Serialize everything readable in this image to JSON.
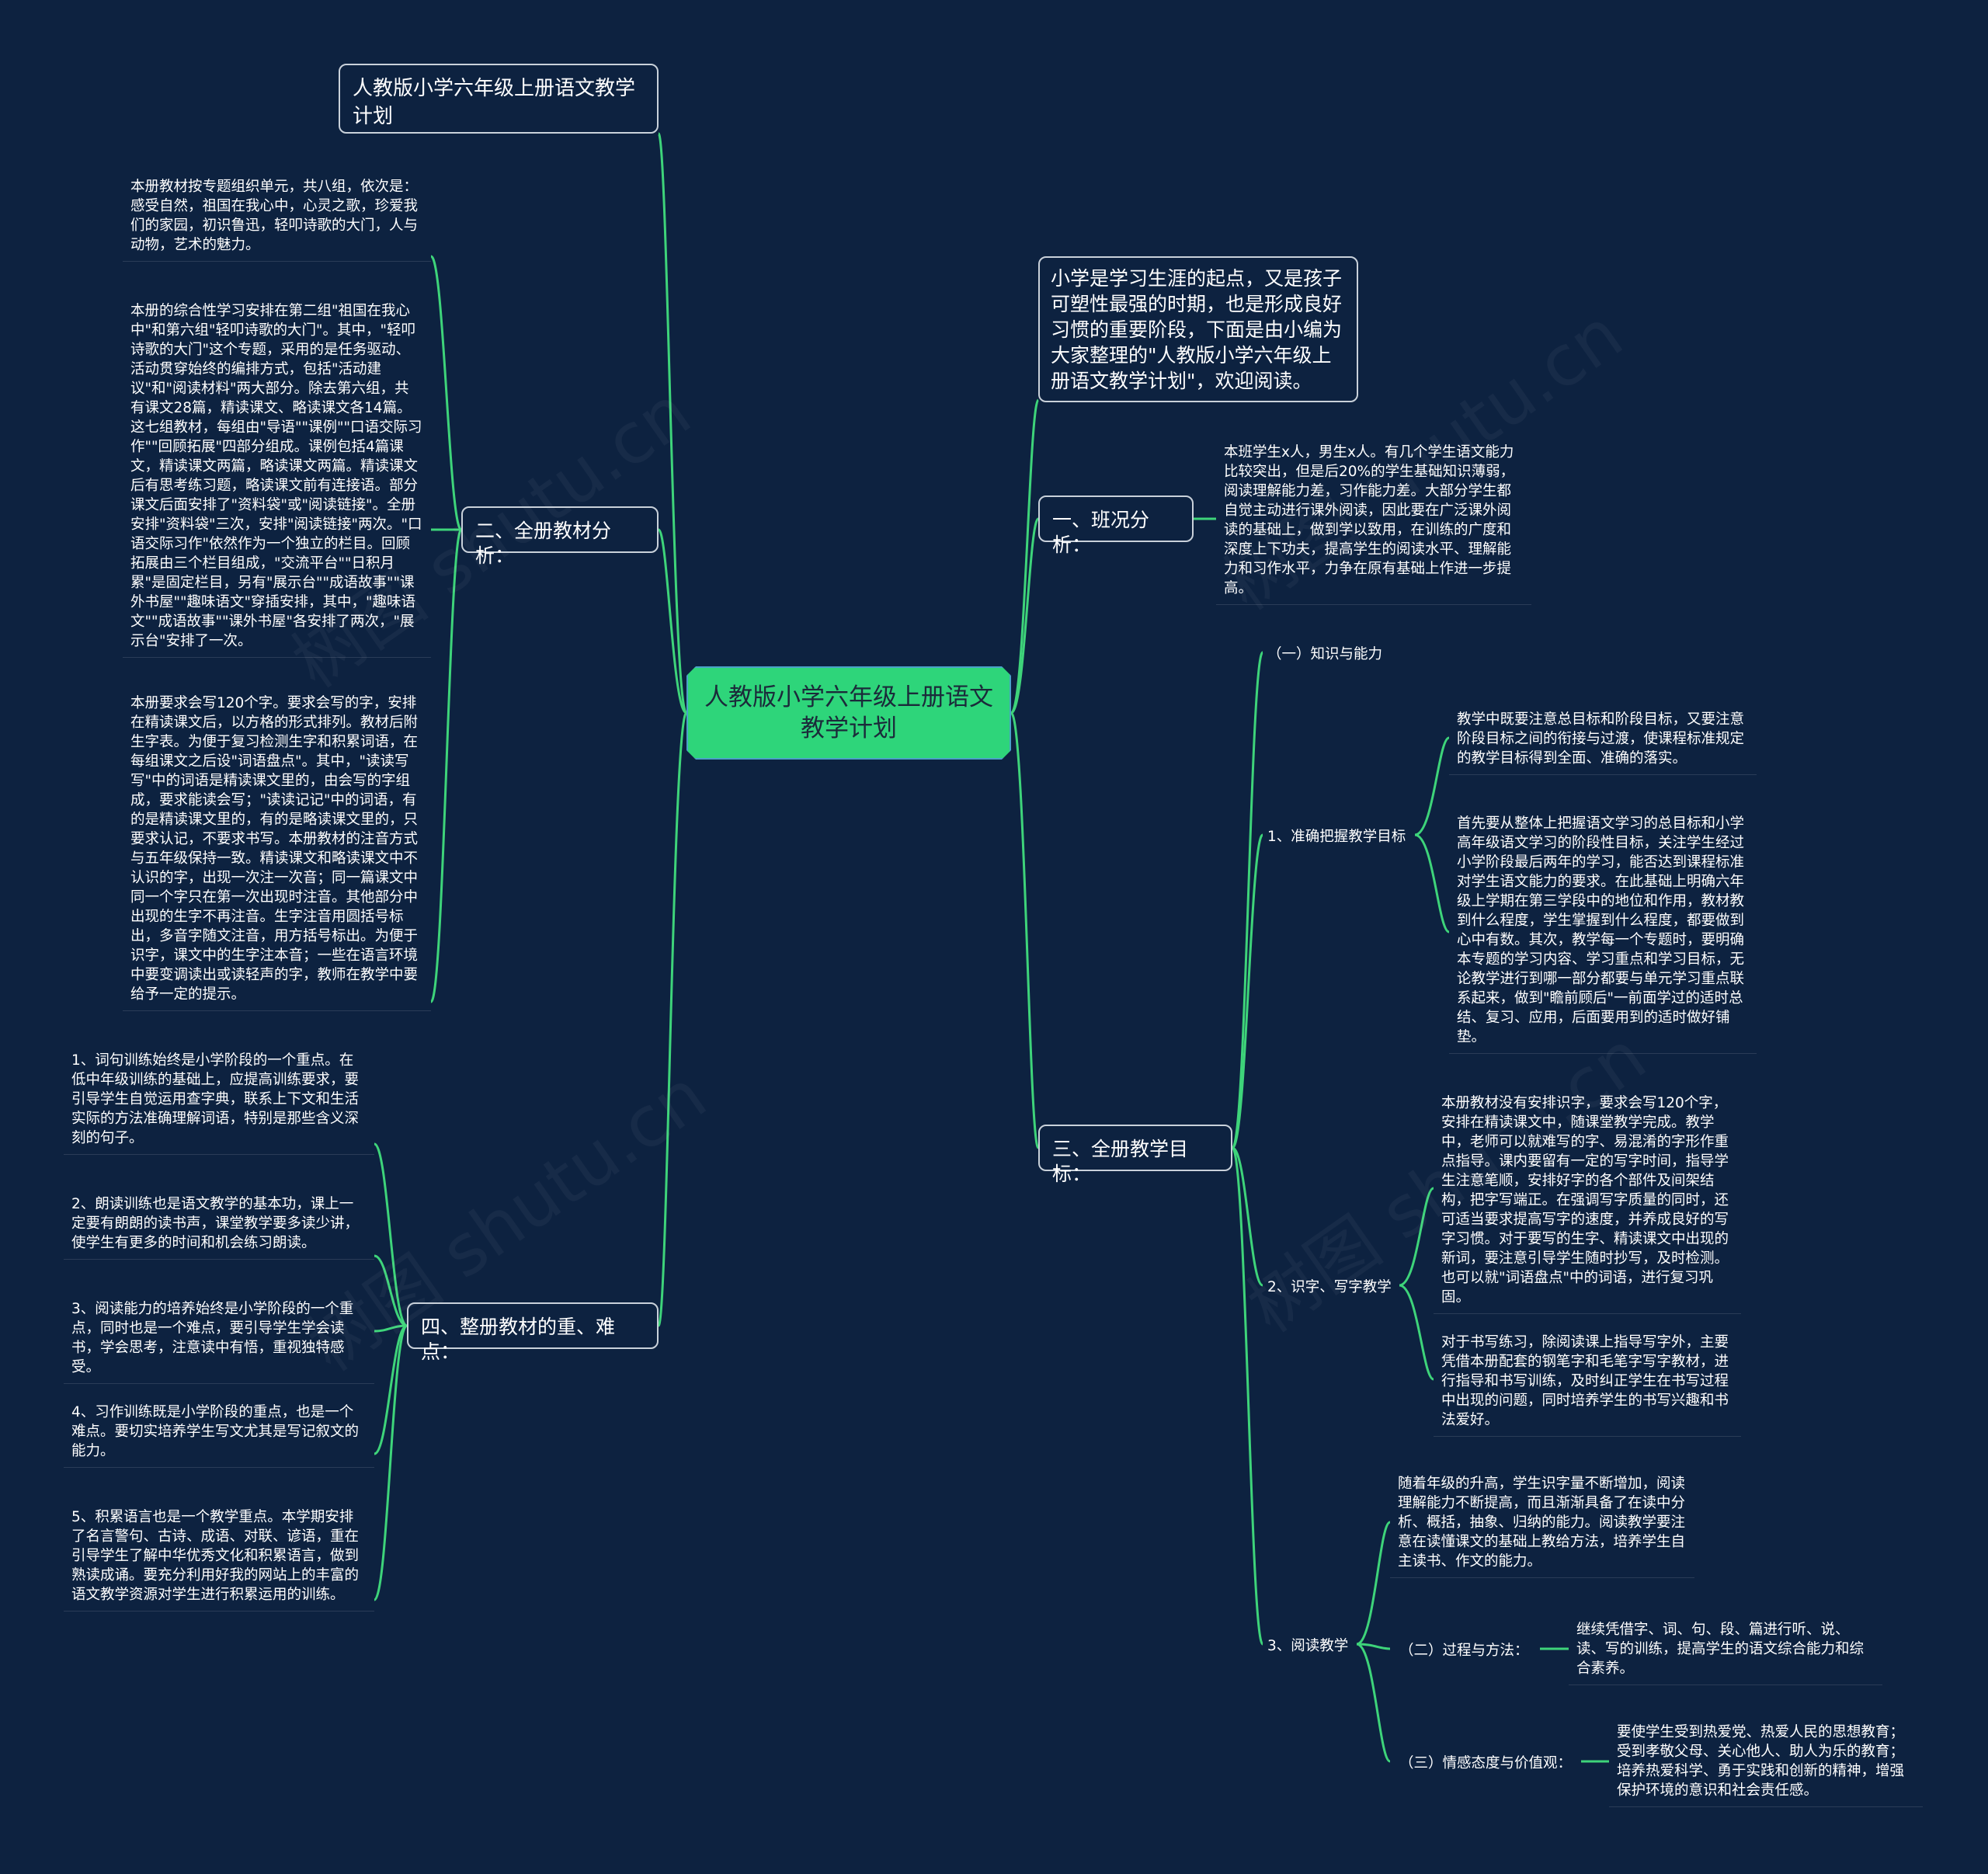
{
  "colors": {
    "background": "#0d2240",
    "link": "#3ed47a",
    "center_fill": "#2ed57a",
    "border": "#c9d1da"
  },
  "watermark": "树图 shutu.cn",
  "center": "人教版小学六年级上册语文教学计划",
  "left": {
    "title_box": "人教版小学六年级上册语文教学计划",
    "branch2": {
      "label": "二、全册教材分析：",
      "leaves": [
        "本册教材按专题组织单元，共八组，依次是：感受自然，祖国在我心中，心灵之歌，珍爱我们的家园，初识鲁迅，轻叩诗歌的大门，人与动物，艺术的魅力。",
        "本册的综合性学习安排在第二组\"祖国在我心中\"和第六组\"轻叩诗歌的大门\"。其中，\"轻叩诗歌的大门\"这个专题，采用的是任务驱动、活动贯穿始终的编排方式，包括\"活动建议\"和\"阅读材料\"两大部分。除去第六组，共有课文28篇，精读课文、略读课文各14篇。这七组教材，每组由\"导语\"\"课例\"\"口语交际习作\"\"回顾拓展\"四部分组成。课例包括4篇课文，精读课文两篇，略读课文两篇。精读课文后有思考练习题，略读课文前有连接语。部分课文后面安排了\"资料袋\"或\"阅读链接\"。全册安排\"资料袋\"三次，安排\"阅读链接\"两次。\"口语交际习作\"依然作为一个独立的栏目。回顾拓展由三个栏目组成，\"交流平台\"\"日积月累\"是固定栏目，另有\"展示台\"\"成语故事\"\"课外书屋\"\"趣味语文\"穿插安排，其中，\"趣味语文\"\"成语故事\"\"课外书屋\"各安排了两次，\"展示台\"安排了一次。",
        "本册要求会写120个字。要求会写的字，安排在精读课文后，以方格的形式排列。教材后附生字表。为便于复习检测生字和积累词语，在每组课文之后设\"词语盘点\"。其中，\"读读写写\"中的词语是精读课文里的，由会写的字组成，要求能读会写；\"读读记记\"中的词语，有的是精读课文里的，有的是略读课文里的，只要求认记，不要求书写。本册教材的注音方式与五年级保持一致。精读课文和略读课文中不认识的字，出现一次注一次音；同一篇课文中同一个字只在第一次出现时注音。其他部分中出现的生字不再注音。生字注音用圆括号标出，多音字随文注音，用方括号标出。为便于识字，课文中的生字注本音；一些在语言环境中要变调读出或读轻声的字，教师在教学中要给予一定的提示。"
      ]
    },
    "branch4": {
      "label": "四、整册教材的重、难点：",
      "leaves": [
        "1、词句训练始终是小学阶段的一个重点。在低中年级训练的基础上，应提高训练要求，要引导学生自觉运用查字典，联系上下文和生活实际的方法准确理解词语，特别是那些含义深刻的句子。",
        "2、朗读训练也是语文教学的基本功，课上一定要有朗朗的读书声，课堂教学要多读少讲，使学生有更多的时间和机会练习朗读。",
        "3、阅读能力的培养始终是小学阶段的一个重点，同时也是一个难点，要引导学生学会读书，学会思考，注意读中有悟，重视独特感受。",
        "4、习作训练既是小学阶段的重点，也是一个难点。要切实培养学生写文尤其是写记叙文的能力。",
        "5、积累语言也是一个教学重点。本学期安排了名言警句、古诗、成语、对联、谚语，重在引导学生了解中华优秀文化和积累语言，做到熟读成诵。要充分利用好我的网站上的丰富的语文教学资源对学生进行积累运用的训练。"
      ]
    }
  },
  "right": {
    "intro": "小学是学习生涯的起点，又是孩子可塑性最强的时期，也是形成良好习惯的重要阶段，下面是由小编为大家整理的\"人教版小学六年级上册语文教学计划\"，欢迎阅读。",
    "branch1": {
      "label": "一、班况分析：",
      "leaf": "本班学生x人，男生x人。有几个学生语文能力比较突出，但是后20%的学生基础知识薄弱，阅读理解能力差，习作能力差。大部分学生都自觉主动进行课外阅读，因此要在广泛课外阅读的基础上，做到学以致用，在训练的广度和深度上下功夫，提高学生的阅读水平、理解能力和习作水平，力争在原有基础上作进一步提高。"
    },
    "branch3": {
      "label": "三、全册教学目标：",
      "sub0": "（一）知识与能力",
      "sub1": {
        "label": "1、准确把握教学目标",
        "leaves": [
          "教学中既要注意总目标和阶段目标，又要注意阶段目标之间的衔接与过渡，使课程标准规定的教学目标得到全面、准确的落实。",
          "首先要从整体上把握语文学习的总目标和小学高年级语文学习的阶段性目标，关注学生经过小学阶段最后两年的学习，能否达到课程标准对学生语文能力的要求。在此基础上明确六年级上学期在第三学段中的地位和作用，教材教到什么程度，学生掌握到什么程度，都要做到心中有数。其次，教学每一个专题时，要明确本专题的学习内容、学习重点和学习目标，无论教学进行到哪一部分都要与单元学习重点联系起来，做到\"瞻前顾后\"一前面学过的适时总结、复习、应用，后面要用到的适时做好铺垫。"
        ]
      },
      "sub2": {
        "label": "2、识字、写字教学",
        "leaves": [
          "本册教材没有安排识字，要求会写120个字，安排在精读课文中，随课堂教学完成。教学中，老师可以就难写的字、易混淆的字形作重点指导。课内要留有一定的写字时间，指导学生注意笔顺，安排好字的各个部件及间架结构，把字写端正。在强调写字质量的同时，还可适当要求提高写字的速度，并养成良好的写字习惯。对于要写的生字、精读课文中出现的新词，要注意引导学生随时抄写，及时检测。也可以就\"词语盘点\"中的词语，进行复习巩固。",
          "对于书写练习，除阅读课上指导写字外，主要凭借本册配套的钢笔字和毛笔字写字教材，进行指导和书写训练，及时纠正学生在书写过程中出现的问题，同时培养学生的书写兴趣和书法爱好。"
        ]
      },
      "sub3": {
        "label": "3、阅读教学",
        "leaf": "随着年级的升高，学生识字量不断增加，阅读理解能力不断提高，而且渐渐具备了在读中分析、概括，抽象、归纳的能力。阅读教学要注意在读懂课文的基础上教给方法，培养学生自主读书、作文的能力。",
        "process": {
          "label": "（二）过程与方法：",
          "leaf": "继续凭借字、词、句、段、篇进行听、说、读、写的训练，提高学生的语文综合能力和综合素养。"
        },
        "emotion": {
          "label": "（三）情感态度与价值观：",
          "leaf": "要使学生受到热爱党、热爱人民的思想教育；受到孝敬父母、关心他人、助人为乐的教育；培养热爱科学、勇于实践和创新的精神，增强保护环境的意识和社会责任感。"
        }
      }
    }
  }
}
